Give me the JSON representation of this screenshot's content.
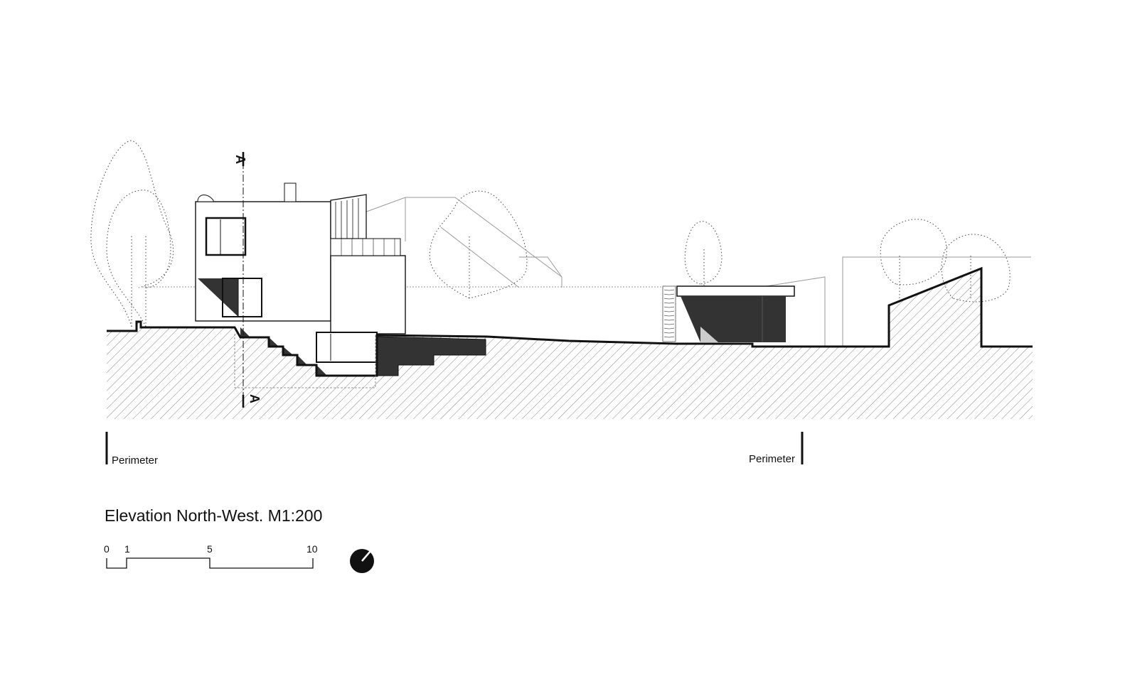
{
  "drawing": {
    "title": "Elevation North-West. M1:200",
    "section_marker_label": "A",
    "perimeter_labels": [
      "Perimeter",
      "Perimeter"
    ],
    "scale_bar": {
      "ticks": [
        "0",
        "1",
        "5",
        "10"
      ]
    },
    "colors": {
      "line": "#111111",
      "fill_dark": "#333333",
      "hatch": "#666666",
      "light_line": "#999999"
    },
    "icons": [
      "north-arrow-icon"
    ]
  }
}
